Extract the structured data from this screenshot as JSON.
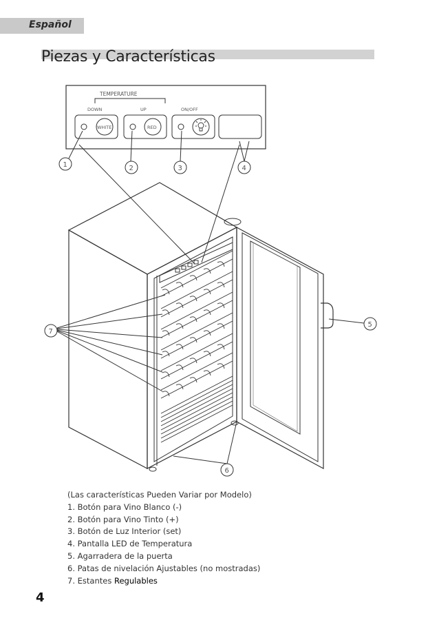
{
  "header": {
    "language_tab": "Español"
  },
  "section_title": "Piezas y Características",
  "control_panel": {
    "temperature_label": "TEMPERATURE",
    "down_label": "DOWN",
    "up_label": "UP",
    "onoff_label": "ON/OFF",
    "white_button": "WHITE",
    "red_button": "RED"
  },
  "callouts": [
    "1",
    "2",
    "3",
    "4",
    "5",
    "6",
    "7"
  ],
  "legend": {
    "note": "(Las características Pueden Variar por  Modelo)",
    "items": [
      "1. Botón para Vino Blanco (-)",
      "2. Botón para Vino Tinto (+)",
      "3. Botón de Luz Interior (set)",
      "4. Pantalla LED de Temperatura",
      "5. Agarradera de la puerta",
      "6. Patas de nivelación Ajustables (no mostradas)"
    ],
    "item7_prefix": "7. Estantes ",
    "item7_emphasis": "Regulables"
  },
  "page_number": "4"
}
